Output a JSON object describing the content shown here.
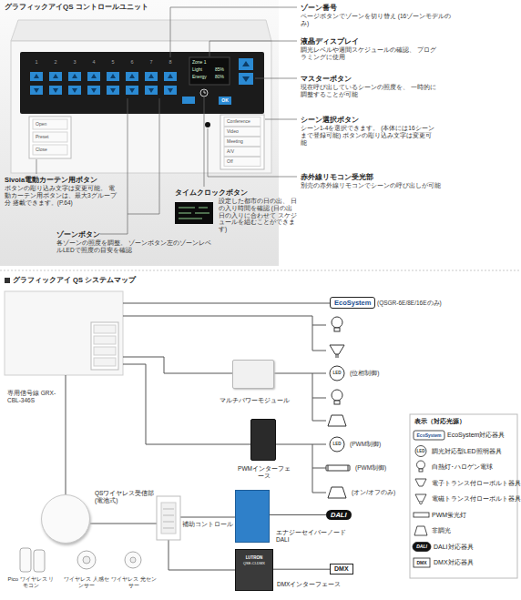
{
  "diagram": {
    "nodes": [
      {
        "text": [
          "EcoSystem"
        ]
      },
      {
        "text": [
          "マルチパワーモジュール"
        ]
      },
      {
        "text": [
          "PWMインターフェース"
        ]
      },
      {
        "text": [
          "QSワイヤレス受信部 (電池式)"
        ]
      },
      {
        "text": [
          "エナジーセイバーノード DALI"
        ]
      },
      {
        "text": [
          "DALI"
        ]
      },
      {
        "text": [
          "DMXインターフェース"
        ]
      },
      {
        "text": [
          "DMX"
        ]
      }
    ],
    "edges": [
      {
        "from": 4,
        "to": 5,
        "arrow": "none"
      },
      {
        "from": 6,
        "to": 7,
        "arrow": "none"
      }
    ],
    "labels": [
      "グラフィックアイQS コントロールユニット",
      "1",
      "2",
      "3",
      "4",
      "5",
      "6",
      "7",
      "8",
      "Zone 1",
      "Light",
      "85%",
      "Energy",
      "80%",
      "OK",
      "Open",
      "Preset",
      "Close",
      "Conference",
      "Video",
      "Meeting",
      "A/V",
      "Off",
      "ゾーン番号",
      "ページボタンでゾーンを切り替え (16ゾーンモデルのみ)",
      "液晶ディスプレイ",
      "調光レベルや週間スケジュールの確認、 プログラミングに使用",
      "マスターボタン",
      "現在呼び出しているシーンの照度を、 一時的に調整することが可能",
      "シーン選択ボタン",
      "シーン1-4を選択できます。 (本体には16シーンまで登録可能) ボタンの彫り込み文字は変更可能",
      "赤外線リモコン受光部",
      "別売の赤外線リモコンでシーンの呼び出しが可能",
      "Sivoia電動カーテン用ボタン",
      "ボタンの彫り込み文字は変更可能。 電動カーテン用ボタンは、最大3グループ分 搭載できます。(P.64)",
      "タイムクロックボタン",
      "設定した都市の日の出、 日の入り時間を確認 (日の出日の入りに合わせて スケジュールを組むことができます)",
      "ゾーンボタン",
      "各ゾーンの照度を調整。 ゾーンボタン左のゾーンレベルLEDで照度の目安を確認",
      "グラフィックアイ QS システムマップ",
      "(QSGR-6E/8E/16Eのみ)",
      "LED",
      "(位相制御)",
      "LED",
      "(PWM制御)",
      "(PWM制御)",
      "(オン/オフのみ)",
      "専用信号線 GRX-CBL-346S",
      "補助コントロール",
      "Pico ワイヤレス リモコン",
      "ワイヤレス 人感センサー",
      "ワイヤレス 光センサー",
      "LUTRON",
      "QSE-CI-DMX",
      "表示（対応光源）",
      "EcoSystem",
      "LED",
      "DALI",
      "DMX"
    ],
    "legend": [
      {
        "text": "EcoSystem対応器具"
      },
      {
        "text": "調光対応型LED照明器具"
      },
      {
        "text": "白熱灯･ハロゲン電球"
      },
      {
        "text": "電子トランス付ローボルト器具"
      },
      {
        "text": "電磁トランス付ローボルト器具"
      },
      {
        "text": "PWM蛍光灯"
      },
      {
        "text": "非調光"
      },
      {
        "text": "DALI対応器具"
      },
      {
        "text": "DMX対応器具"
      }
    ]
  }
}
